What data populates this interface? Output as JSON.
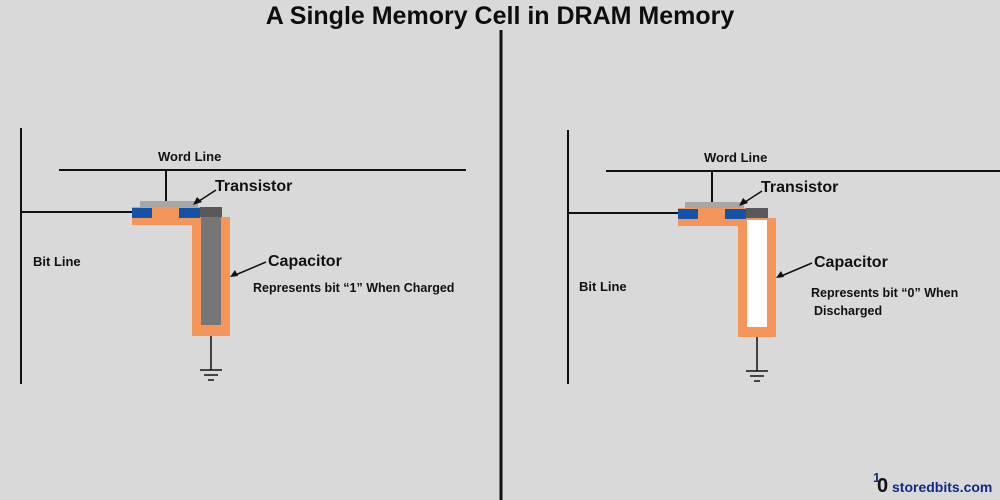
{
  "title": "A Single Memory Cell in DRAM Memory",
  "left_cell": {
    "word_line": "Word Line",
    "transistor": "Transistor",
    "capacitor": "Capacitor",
    "bit_line": "Bit Line",
    "note_line1": "Represents bit “1” When Charged",
    "note_line2": ""
  },
  "right_cell": {
    "word_line": "Word Line",
    "transistor": "Transistor",
    "capacitor": "Capacitor",
    "bit_line": "Bit Line",
    "note_line1": "Represents bit “0” When",
    "note_line2": "Discharged"
  },
  "brand": {
    "digit_one": "1",
    "digit_zero": "0",
    "text": "storedbits.com"
  },
  "colors": {
    "background": "#d9d9d9",
    "substrate_orange": "#f4955a",
    "doped_blue": "#1451a8",
    "gate_gray": "#a6a6a6",
    "charged_dark_gray": "#767676",
    "discharged_white": "#ffffff",
    "contact_dark": "#595959",
    "line_black": "#111111"
  }
}
